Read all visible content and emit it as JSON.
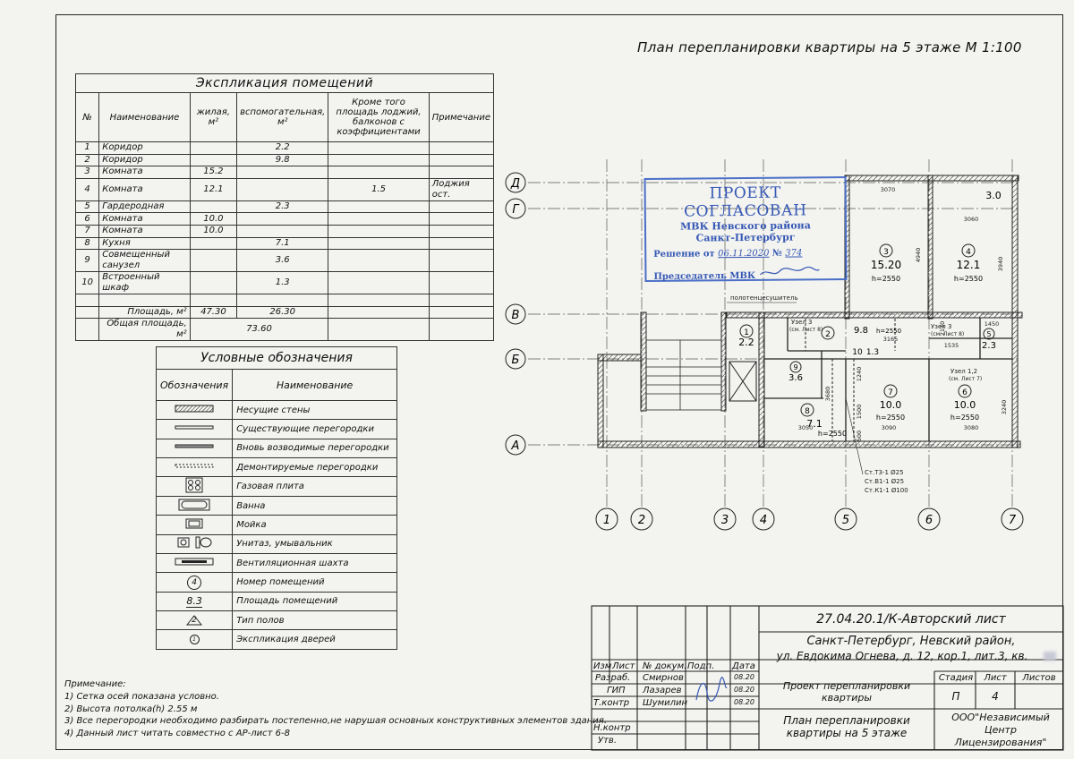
{
  "sheet_title": "План перепланировки квартиры на 5 этаже М 1:100",
  "explication": {
    "caption": "Экспликация помещений",
    "headers": [
      "№",
      "Наименование",
      "жилая, м²",
      "вспомогательная, м²",
      "Кроме того площадь лоджий, балконов с коэффициентами",
      "Примечание"
    ],
    "rows": [
      {
        "n": "1",
        "name": "Коридор",
        "living": "",
        "aux": "2.2",
        "loggia": "",
        "note": ""
      },
      {
        "n": "2",
        "name": "Коридор",
        "living": "",
        "aux": "9.8",
        "loggia": "",
        "note": ""
      },
      {
        "n": "3",
        "name": "Комната",
        "living": "15.2",
        "aux": "",
        "loggia": "",
        "note": ""
      },
      {
        "n": "4",
        "name": "Комната",
        "living": "12.1",
        "aux": "",
        "loggia": "1.5",
        "note": "Лоджия ост."
      },
      {
        "n": "5",
        "name": "Гардеродная",
        "living": "",
        "aux": "2.3",
        "loggia": "",
        "note": ""
      },
      {
        "n": "6",
        "name": "Комната",
        "living": "10.0",
        "aux": "",
        "loggia": "",
        "note": ""
      },
      {
        "n": "7",
        "name": "Комната",
        "living": "10.0",
        "aux": "",
        "loggia": "",
        "note": ""
      },
      {
        "n": "8",
        "name": "Кухня",
        "living": "",
        "aux": "7.1",
        "loggia": "",
        "note": ""
      },
      {
        "n": "9",
        "name": "Совмещенный санузел",
        "living": "",
        "aux": "3.6",
        "loggia": "",
        "note": ""
      },
      {
        "n": "10",
        "name": "Встроенный шкаф",
        "living": "",
        "aux": "1.3",
        "loggia": "",
        "note": ""
      }
    ],
    "area_label": "Площадь, м²",
    "area_living": "47.30",
    "area_aux": "26.30",
    "total_label": "Общая площадь, м²",
    "total_value": "73.60"
  },
  "legend": {
    "caption": "Условные обозначения",
    "col_symbol": "Обозначения",
    "col_name": "Наименование",
    "items": [
      {
        "icon": "bearing-wall-icon",
        "name": "Несущие стены"
      },
      {
        "icon": "existing-partition-icon",
        "name": "Существующие перегородки"
      },
      {
        "icon": "new-partition-icon",
        "name": "Вновь возводимые перегородки"
      },
      {
        "icon": "dismantled-partition-icon",
        "name": "Демонтируемые перегородки"
      },
      {
        "icon": "gas-stove-icon",
        "name": "Газовая плита"
      },
      {
        "icon": "bathtub-icon",
        "name": "Ванна"
      },
      {
        "icon": "sink-icon",
        "name": "Мойка"
      },
      {
        "icon": "toilet-washbasin-icon",
        "name": "Унитаз, умывальник"
      },
      {
        "icon": "ventilation-shaft-icon",
        "name": "Вентиляционная шахта"
      },
      {
        "icon": "room-number-icon",
        "name": "Номер помещений",
        "symbol": "4"
      },
      {
        "icon": "room-area-icon",
        "name": "Площадь помещений",
        "symbol": "8.3"
      },
      {
        "icon": "floor-type-icon",
        "name": "Тип полов",
        "symbol": "2"
      },
      {
        "icon": "door-explication-icon",
        "name": "Экспликация дверей",
        "symbol": "1"
      }
    ]
  },
  "notes": {
    "heading": "Примечание:",
    "lines": [
      "1) Сетка осей показана условно.",
      "2) Высота потолка(h) 2.55 м",
      "3) Все перегородки необходимо разбирать постепенно,не нарушая основных конструктивных элементов здания.",
      "4) Данный лист читать совместно с АР-лист 6-8"
    ]
  },
  "stamp": {
    "line1": "ПРОЕКТ СОГЛАСОВАН",
    "line2": "МВК Невского района",
    "line3": "Санкт-Петербург",
    "decision_label": "Решение от",
    "decision_date": "06.11.2020",
    "decision_no_label": "№",
    "decision_no": "374",
    "chair_label": "Председатель МВК"
  },
  "plan": {
    "axes_rows": [
      "Д",
      "Г",
      "В",
      "Б",
      "А"
    ],
    "axes_cols": [
      "1",
      "2",
      "3",
      "4",
      "5",
      "6",
      "7"
    ],
    "rooms": [
      {
        "n": "1",
        "area": "2.2",
        "h": ""
      },
      {
        "n": "2",
        "area": "9.8",
        "h": "h=2550"
      },
      {
        "n": "3",
        "area": "15.20",
        "h": "h=2550"
      },
      {
        "n": "4",
        "area": "12.1",
        "h": "h=2550"
      },
      {
        "n": "5",
        "area": "2.3",
        "h": ""
      },
      {
        "n": "6",
        "area": "10.0",
        "h": "h=2550"
      },
      {
        "n": "7",
        "area": "10.0",
        "h": "h=2550"
      },
      {
        "n": "8",
        "area": "7.1",
        "h": "h=2550"
      },
      {
        "n": "9",
        "area": "3.6",
        "h": ""
      },
      {
        "n": "10",
        "area": "1.3",
        "h": ""
      }
    ],
    "loggia_area": "3.0",
    "dims": [
      "3070",
      "3060",
      "4940",
      "3940",
      "2130",
      "1450",
      "3165",
      "1535",
      "3680",
      "3240",
      "3050",
      "3090",
      "3080",
      "1240",
      "1500",
      "500"
    ],
    "towel_dryer": "полотенцесушитель",
    "node3a": "Узел 3",
    "node3a_ref": "(см. Лист 8)",
    "node3b": "Узел 3",
    "node3b_ref": "(см. Лист 8)",
    "node12": "Узел 1,2",
    "node12_ref": "(см. Лист 7)",
    "risers": [
      "Ст.Т3-1 Ø25",
      "Ст.В1-1 Ø25",
      "Ст.К1-1 Ø100"
    ]
  },
  "title_block": {
    "code": "27.04.20.1/К-Авторский лист",
    "address1": "Санкт-Петербург, Невский район,",
    "address2": "ул. Евдокима Огнева, д. 12, кор.1, лит.3, кв.",
    "headers": [
      "Изм",
      "Лист",
      "№ докум.",
      "Подп.",
      "Дата"
    ],
    "people": [
      {
        "role": "Разраб.",
        "name": "Смирнов",
        "date": "08.20"
      },
      {
        "role": "ГИП",
        "name": "Лазарев",
        "date": "08.20"
      },
      {
        "role": "Т.контр",
        "name": "Шумилин",
        "date": "08.20"
      },
      {
        "role": "Н.контр",
        "name": "",
        "date": ""
      },
      {
        "role": "Утв.",
        "name": "",
        "date": ""
      }
    ],
    "project": "Проект перепланировки квартиры",
    "stage_label": "Стадия",
    "sheet_label": "Лист",
    "sheets_label": "Листов",
    "stage": "П",
    "sheet": "4",
    "sheets": "",
    "drawing_name": "План перепланировки квартиры на 5 этаже",
    "company": "ООО\"Независимый Центр Лицензирования\""
  }
}
